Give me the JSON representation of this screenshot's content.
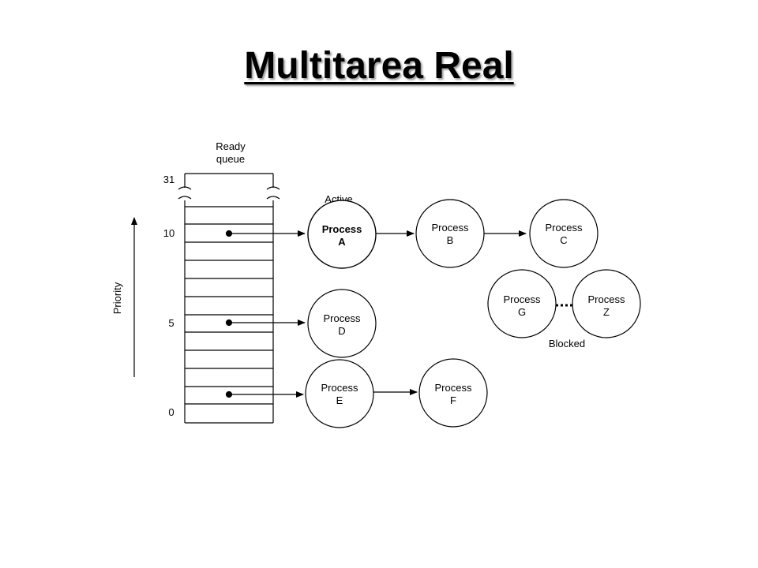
{
  "title": "Multitarea Real",
  "diagram": {
    "queue_label_line1": "Ready",
    "queue_label_line2": "queue",
    "priority_label": "Priority",
    "priority_ticks": [
      "31",
      "10",
      "5",
      "0"
    ],
    "active_label": "Active",
    "blocked_label": "Blocked",
    "process_word": "Process",
    "processes": {
      "a": {
        "line1": "Process",
        "line2": "A"
      },
      "b": {
        "line1": "Process",
        "line2": "B"
      },
      "c": {
        "line1": "Process",
        "line2": "C"
      },
      "d": {
        "line1": "Process",
        "line2": "D"
      },
      "e": {
        "line1": "Process",
        "line2": "E"
      },
      "f": {
        "line1": "Process",
        "line2": "F"
      },
      "g": {
        "line1": "Process",
        "line2": "G"
      },
      "z": {
        "line1": "Process",
        "line2": "Z"
      }
    }
  }
}
